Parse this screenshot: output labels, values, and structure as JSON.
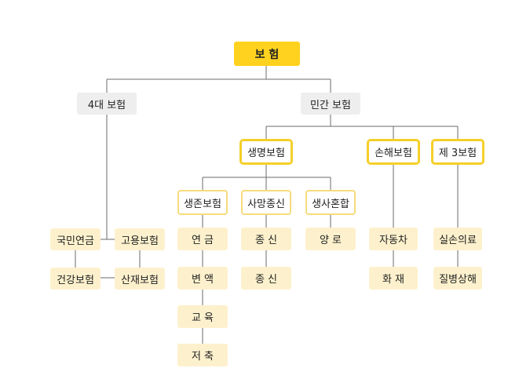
{
  "root": {
    "label": "보 험"
  },
  "categories": {
    "social": {
      "label": "4대 보험"
    },
    "private": {
      "label": "민간 보험"
    }
  },
  "social_items": {
    "pension": "국민연금",
    "employment": "고용보험",
    "health": "건강보험",
    "accident": "산재보험"
  },
  "private_types": {
    "life": "생명보험",
    "damage": "손해보험",
    "third": "제 3보험"
  },
  "life_types": {
    "survival": "생존보험",
    "death": "사망종신",
    "mixed": "생사혼합"
  },
  "leaves": {
    "annuity": "연 금",
    "variable": "변 액",
    "education": "교 육",
    "savings": "저 축",
    "whole_life_1": "종 신",
    "whole_life_2": "종 신",
    "nursing": "양 로",
    "car": "자동차",
    "fire": "화 재",
    "medical": "실손의료",
    "disease": "질병상해"
  },
  "colors": {
    "root_fill": "#ffd21f",
    "category_fill": "#eeeeee",
    "outline": "#f5cf2a",
    "leaf_fill": "#fdf1cd",
    "connector": "#6b6b6b"
  }
}
